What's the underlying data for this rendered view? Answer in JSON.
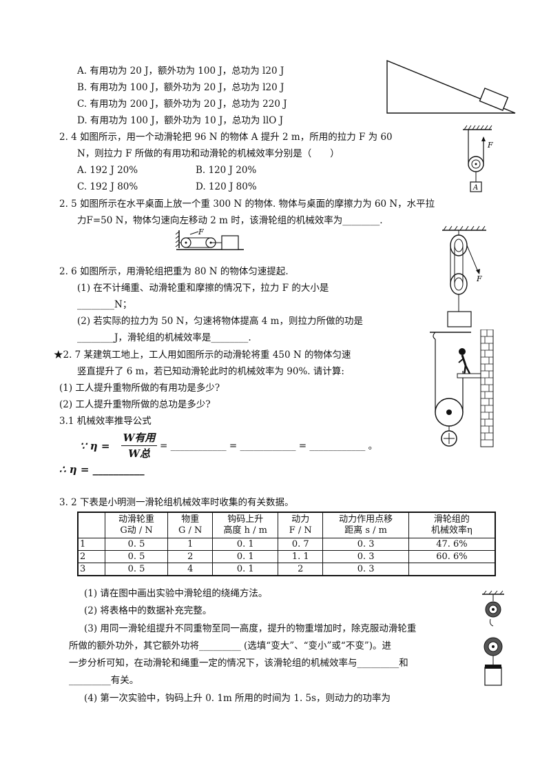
{
  "q23": {
    "a": "A. 有用功为 20 J，额外功为 100 J，总功为 l20 J",
    "b": "B. 有用功为 100 J，额外功为 20 J，总功为 l20 J",
    "c": "C. 有用功为 200 J，额外功为 20 J，总功为 220 J",
    "d": "D. 有用功为 100 J，额外功为 10 J，总功为 llO J"
  },
  "q24": {
    "line1": "2. 4 如图所示，用一个动滑轮把 96 N 的物体 A 提升 2 m，所用的拉力 F 为 60",
    "line2": "N，则拉力 F 所做的有用功和动滑轮的机械效率分别是（　　）",
    "a": "A. 192 J 20%",
    "b": "B. 120 J 20%",
    "c": "C. 192 J 80%",
    "d": "D. 120 J 80%",
    "fig_f": "F",
    "fig_a": "A"
  },
  "q25": {
    "line1": "2. 5 如图所示在水平桌面上放一个重 300 N 的物体. 物体与桌面的摩擦力为 60 N，水平拉",
    "line2": "力F=50 N，物体匀速向左移动 2 m 时，该滑轮组的机械效率为________.",
    "fig_f": "F"
  },
  "q26": {
    "line1": "2. 6 如图所示，用滑轮组把重为 80 N 的物体匀速提起.",
    "line2": "(1) 在不计绳重、动滑轮重和摩擦的情况下，拉力 F 的大小是",
    "line3": "________N；",
    "line4": "(2) 若实际的拉力为 50 N，匀速将物体提高 4 m，则拉力所做的功是",
    "line5": "________J，滑轮组的机械效率是________.",
    "fig_f": "F"
  },
  "q27": {
    "line1": "★2. 7 某建筑工地上，工人用如图所示的动滑轮将重 450 N 的物体匀速",
    "line2": "竖直提升了 6 m，若已知动滑轮此时的机械效率为 90%. 请计算:",
    "line3": "(1) 工人提升重物所做的有用功是多少?",
    "line4": "(2) 工人提升重物所做的总功是多少?"
  },
  "q31": {
    "title": "3.1 机械效率推导公式",
    "because": "∵ η =",
    "num": "W有用",
    "den": "W总",
    "rest": "= ____________ = ____________ = ____________ 。",
    "therefore": "∴ η = __________"
  },
  "q32": {
    "title": "3. 2 下表是小明测一滑轮组机械效率时收集的有关数据。",
    "headers": [
      "",
      "动滑轮重|G动 / N",
      "物重|G / N",
      "钩码上升|高度 h / m",
      "动力|F / N",
      "动力作用点移|距离 s / m",
      "滑轮组的|机械效率η"
    ],
    "rows": [
      [
        "1",
        "0. 5",
        "1",
        "0. 1",
        "0. 7",
        "0. 3",
        "47. 6%"
      ],
      [
        "2",
        "0. 5",
        "2",
        "0. 1",
        "1. 1",
        "0. 3",
        "60. 6%"
      ],
      [
        "3",
        "0. 5",
        "4",
        "0. 1",
        "2",
        "0. 3",
        ""
      ]
    ],
    "s1": "(1) 请在图中画出实验中滑轮组的绕绳方法。",
    "s2": "(2) 将表格中的数据补充完整。",
    "s3a": "(3) 用同一滑轮组提升不同重物至同一高度，提升的物重增加时，除克服动滑轮重",
    "s3b": "所做的额外功外，其它额外功将_________ (选填“变大”、“变小”或“不变”)。进",
    "s3c": "一步分析可知，在动滑轮和绳重一定的情况下，该滑轮组的机械效率与_________和",
    "s3d": "_________有关。",
    "s4": "(4) 第一次实验中，钩码上升 0. 1m 所用的时间为 1. 5s，则动力的功率为"
  }
}
